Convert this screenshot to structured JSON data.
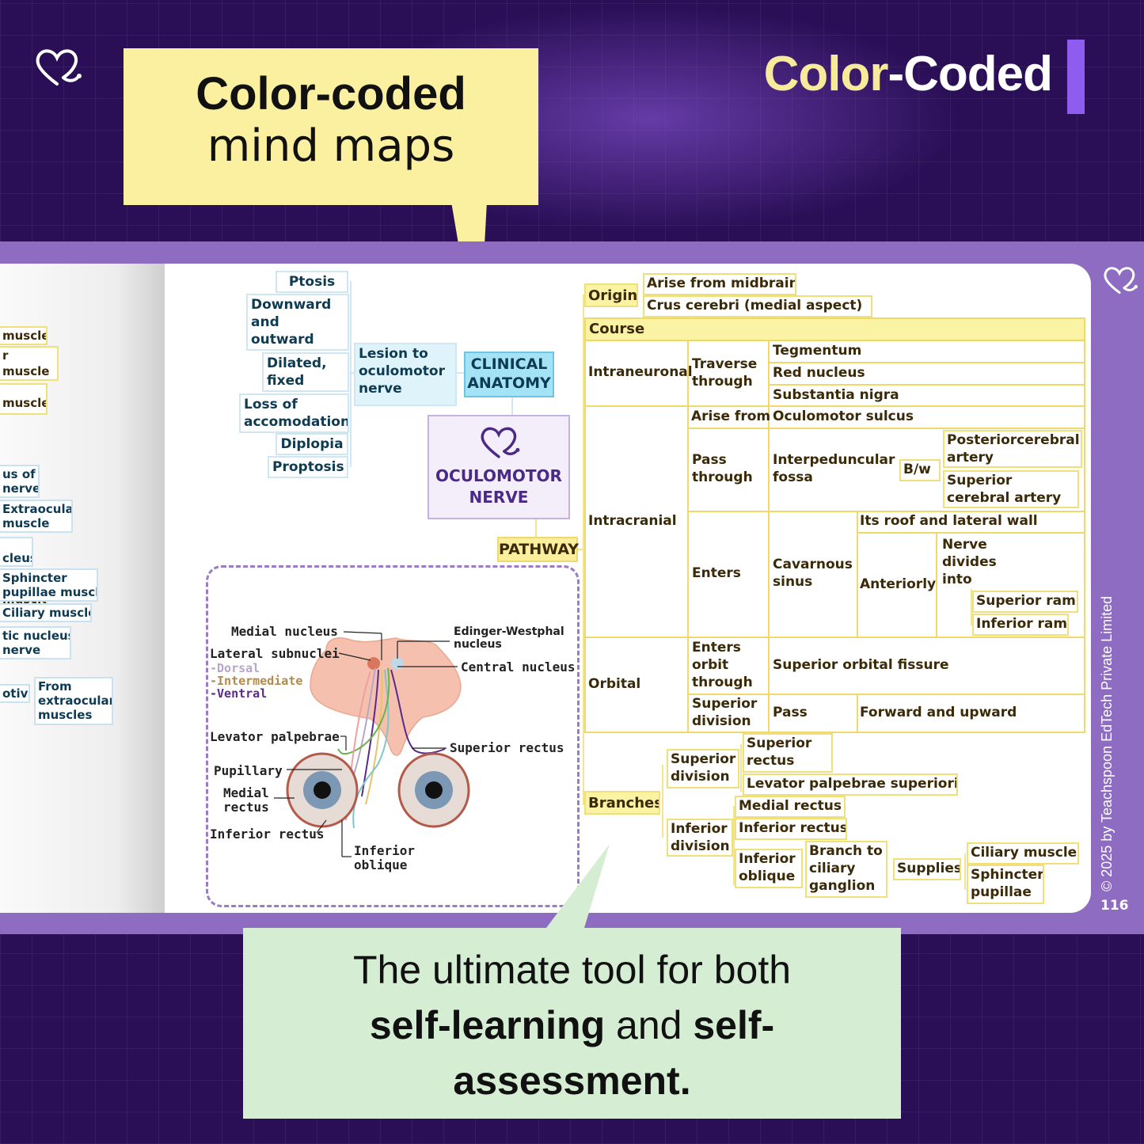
{
  "header": {
    "title_part1": "Color",
    "title_dash": "-",
    "title_part2": "Coded"
  },
  "callout_top": {
    "line1": "Color-coded",
    "line2": "mind maps"
  },
  "callout_bottom": {
    "line1": "The ultimate tool for both",
    "b1": "self-learning",
    "mid": " and ",
    "b2": "self-",
    "b3": "assessment."
  },
  "colors": {
    "background": "#2a0f57",
    "accent": "#8f5cf0",
    "yellow_callout": "#fbf0a0",
    "green_callout": "#d5edd3",
    "book": "#8e6cc1"
  },
  "left_page": {
    "items": [
      "muscle",
      "r",
      "muscle",
      "muscle",
      "us of",
      "nerve",
      "Extraocular",
      "muscle",
      "cleus",
      "Sphincter",
      "pupillae muscle",
      "Ciliary muscle",
      "tic nucleus",
      "nerve",
      "otive",
      "From",
      "extraocular",
      "muscles"
    ]
  },
  "clinical": {
    "title": "CLINICAL ANATOMY",
    "lesion": "Lesion to oculomotor nerve",
    "signs": [
      "Ptosis",
      "Downward and outward gaze",
      "Dilated, fixed pupil",
      "Loss of accomodation",
      "Diplopia",
      "Proptosis"
    ]
  },
  "center": {
    "title_line1": "OCULOMOTOR",
    "title_line2": "NERVE",
    "icon": "heart-stethoscope-icon"
  },
  "pathway": {
    "label": "PATHWAY"
  },
  "diagram": {
    "medial_nucleus": "Medial nucleus",
    "lateral_subnuclei": "Lateral subnuclei",
    "dorsal": "-Dorsal",
    "intermediate": "-Intermediate",
    "ventral": "-Ventral",
    "edinger_line1": "Edinger-Westphal",
    "edinger_line2": "nucleus",
    "central_nucleus": "Central nucleus",
    "levator": "Levator palpebrae",
    "superior_rectus": "Superior rectus",
    "pupillary": "Pupillary",
    "medial_rectus_1": "Medial",
    "medial_rectus_2": "rectus",
    "inferior_rectus": "Inferior rectus",
    "inferior_oblique_1": "Inferior",
    "inferior_oblique_2": "oblique",
    "colors": {
      "dorsal": "#b6a6c8",
      "intermediate": "#b08a4a",
      "ventral": "#5a2a8a"
    }
  },
  "origin": {
    "label": "Origin",
    "items": [
      "Arise from midbrain",
      "Crus cerebri (medial aspect)"
    ]
  },
  "course": {
    "label": "Course",
    "intraneuronal": "Intraneuronal",
    "traverse": "Traverse through",
    "tegmentum": "Tegmentum",
    "red_nucleus": "Red nucleus",
    "substantia_nigra": "Substantia nigra",
    "intracranial": "Intracranial",
    "arise_from": "Arise from",
    "oculomotor_sulcus": "Oculomotor sulcus",
    "pass_through": "Pass through",
    "interpeduncular": "Interpeduncular fossa",
    "bw": "B/w",
    "pca": "Posteriorcerebral artery",
    "sca": "Superior cerebral artery",
    "enters": "Enters",
    "cavernous": "Cavarnous sinus",
    "roof": "Its roof and lateral wall",
    "anteriorly": "Anteriorly",
    "divides": "Nerve divides into",
    "sup_rami": "Superior rami",
    "inf_rami": "Inferior rami",
    "orbital": "Orbital",
    "enters_orbit": "Enters orbit through",
    "sof": "Superior orbital fissure",
    "sup_div": "Superior division",
    "pass": "Pass",
    "forward": "Forward and upward"
  },
  "branches": {
    "label": "Branches",
    "superior_division": "Superior division",
    "superior_rectus": "Superior rectus",
    "levator": "Levator palpebrae superioris",
    "inferior_division": "Inferior division",
    "medial_rectus": "Medial rectus",
    "inferior_rectus": "Inferior rectus",
    "inferior_oblique": "Inferior oblique",
    "branch_to_ciliary": "Branch to ciliary ganglion",
    "supplies": "Supplies",
    "ciliary_muscle": "Ciliary muscle",
    "sphincter": "Sphincter pupillae"
  },
  "footer": {
    "copyright": "© 2025 by Teachspoon EdTech Private Limited",
    "page_number": "116"
  }
}
